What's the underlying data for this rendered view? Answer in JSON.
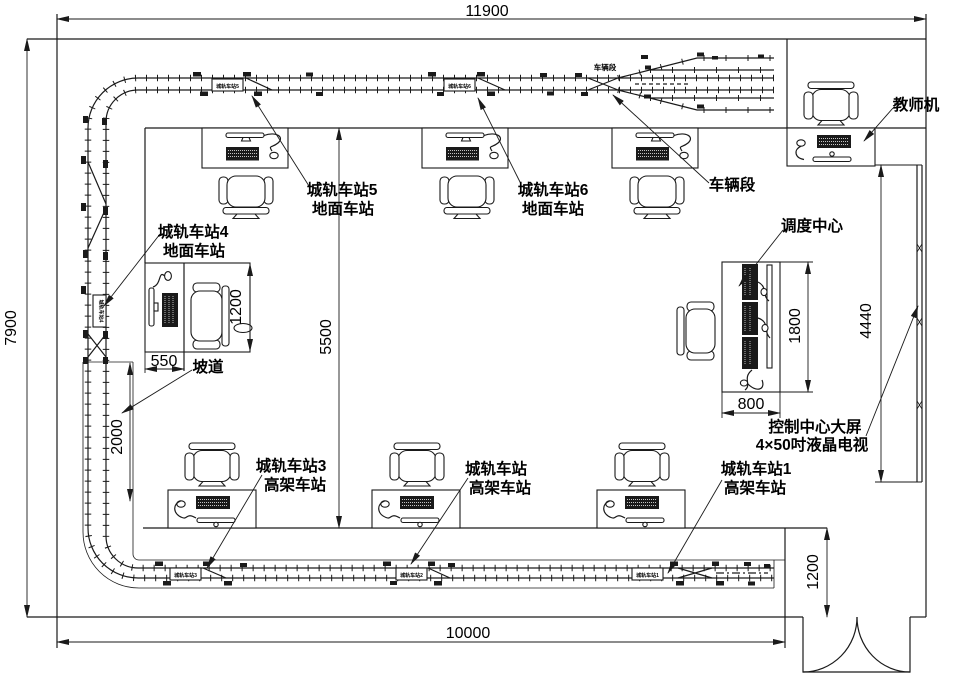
{
  "ink": "#000000",
  "dimensions": {
    "top_width": "11900",
    "left_height": "7900",
    "bottom_width": "10000",
    "hall_height": "5500",
    "ramp_length": "2000",
    "station4_desk_width": "550",
    "station4_area_depth": "1200",
    "dispatch_desk_width": "800",
    "dispatch_desk_depth": "1800",
    "screen_length": "4440",
    "track_corridor_height": "1200"
  },
  "labels": {
    "station5_line1": "城轨车站5",
    "station5_line2": "地面车站",
    "station6_line1": "城轨车站6",
    "station6_line2": "地面车站",
    "station4_line1": "城轨车站4",
    "station4_line2": "地面车站",
    "station3_line1": "城轨车站3",
    "station3_line2": "高架车站",
    "station2_line1": "城轨车站",
    "station2_line2": "高架车站",
    "station1_line1": "城轨车站1",
    "station1_line2": "高架车站",
    "depot": "车辆段",
    "depot_track": "车辆段",
    "teacher": "教师机",
    "dispatch": "调度中心",
    "ramp": "坡道",
    "screen_line1": "控制中心大屏",
    "screen_line2": "4×50吋液晶电视"
  },
  "track_signs": {
    "s5": "城轨车站5",
    "s6": "城轨车站6",
    "s4": "城轨车站4",
    "s3": "城轨车站3",
    "s2": "城轨车站2",
    "s1": "城轨车站1"
  }
}
